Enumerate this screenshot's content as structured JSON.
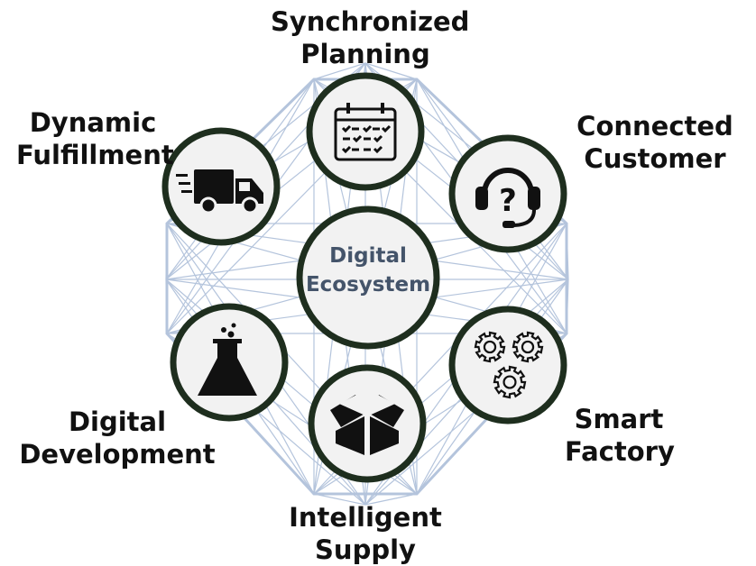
{
  "center": {
    "line1": "Digital",
    "line2": "Ecosystem"
  },
  "nodes": [
    {
      "id": "synchronized-planning",
      "line1": "Synchronized",
      "line2": "Planning",
      "icon": "calendar-checklist-icon"
    },
    {
      "id": "connected-customer",
      "line1": "Connected",
      "line2": "Customer",
      "icon": "headset-question-icon"
    },
    {
      "id": "smart-factory",
      "line1": "Smart",
      "line2": "Factory",
      "icon": "gears-icon"
    },
    {
      "id": "intelligent-supply",
      "line1": "Intelligent",
      "line2": "Supply",
      "icon": "open-box-icon"
    },
    {
      "id": "digital-development",
      "line1": "Digital",
      "line2": "Development",
      "icon": "flask-icon"
    },
    {
      "id": "dynamic-fulfillment",
      "line1": "Dynamic",
      "line2": "Fulfillment",
      "icon": "delivery-truck-icon"
    }
  ],
  "colors": {
    "ring": "#1e2e1e",
    "node_fill": "#f2f2f2",
    "mesh": "#b4c4dc",
    "center_text": "#44546a",
    "icon": "#111111"
  }
}
